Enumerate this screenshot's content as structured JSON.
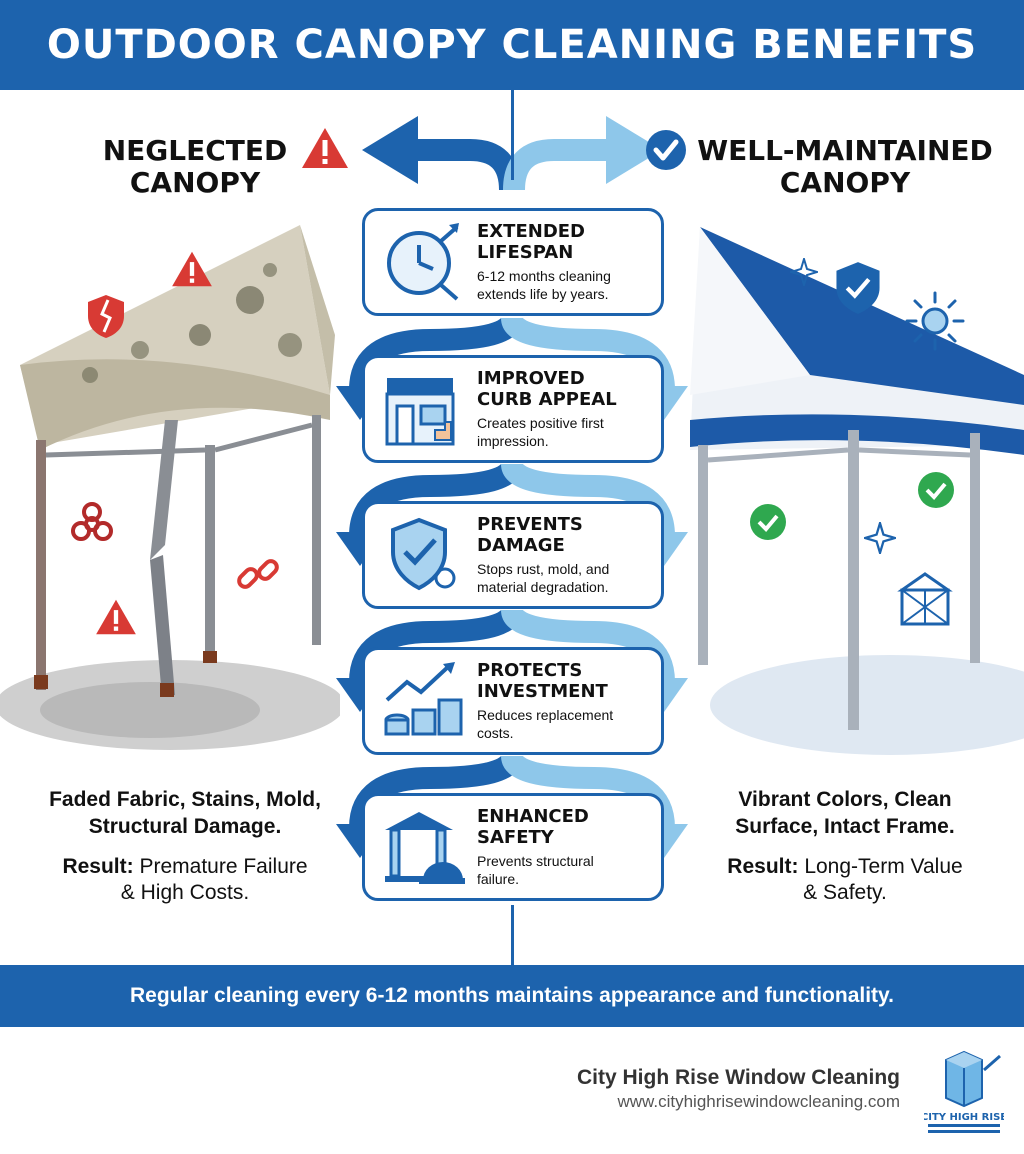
{
  "header": {
    "title": "OUTDOOR CANOPY CLEANING BENEFITS"
  },
  "left": {
    "title_line1": "NEGLECTED",
    "title_line2": "CANOPY",
    "summary_line1": "Faded Fabric, Stains, Mold,",
    "summary_line2": "Structural Damage.",
    "result_label": "Result:",
    "result_line1": "Premature Failure",
    "result_line2": "& High Costs."
  },
  "right": {
    "title_line1": "WELL-MAINTAINED",
    "title_line2": "CANOPY",
    "summary_line1": "Vibrant Colors, Clean",
    "summary_line2": "Surface, Intact Frame.",
    "result_label": "Result:",
    "result_line1": "Long-Term Value",
    "result_line2": "& Safety."
  },
  "benefits": [
    {
      "title_line1": "EXTENDED",
      "title_line2": "LIFESPAN",
      "desc_line1": "6-12 months cleaning",
      "desc_line2": "extends life by years.",
      "icon": "clock-icon"
    },
    {
      "title_line1": "IMPROVED",
      "title_line2": "CURB APPEAL",
      "desc_line1": "Creates positive first",
      "desc_line2": "impression.",
      "icon": "storefront-icon"
    },
    {
      "title_line1": "PREVENTS",
      "title_line2": "DAMAGE",
      "desc_line1": "Stops rust, mold, and",
      "desc_line2": "material degradation.",
      "icon": "shield-check-icon"
    },
    {
      "title_line1": "PROTECTS",
      "title_line2": "INVESTMENT",
      "desc_line1": "Reduces replacement",
      "desc_line2": "costs.",
      "icon": "growth-coins-icon"
    },
    {
      "title_line1": "ENHANCED",
      "title_line2": "SAFETY",
      "desc_line1": "Prevents structural",
      "desc_line2": "failure.",
      "icon": "hardhat-building-icon"
    }
  ],
  "footer": {
    "banner": "Regular cleaning every 6-12 months maintains appearance and functionality.",
    "company": "City High Rise Window Cleaning",
    "url": "www.cityhighrisewindowcleaning.com",
    "logo_text": "CITY HIGH RISE"
  },
  "colors": {
    "brand_blue": "#1d63ad",
    "light_blue": "#8ec7ea",
    "warning_red": "#d83a34",
    "ok_green": "#2fa84f"
  }
}
